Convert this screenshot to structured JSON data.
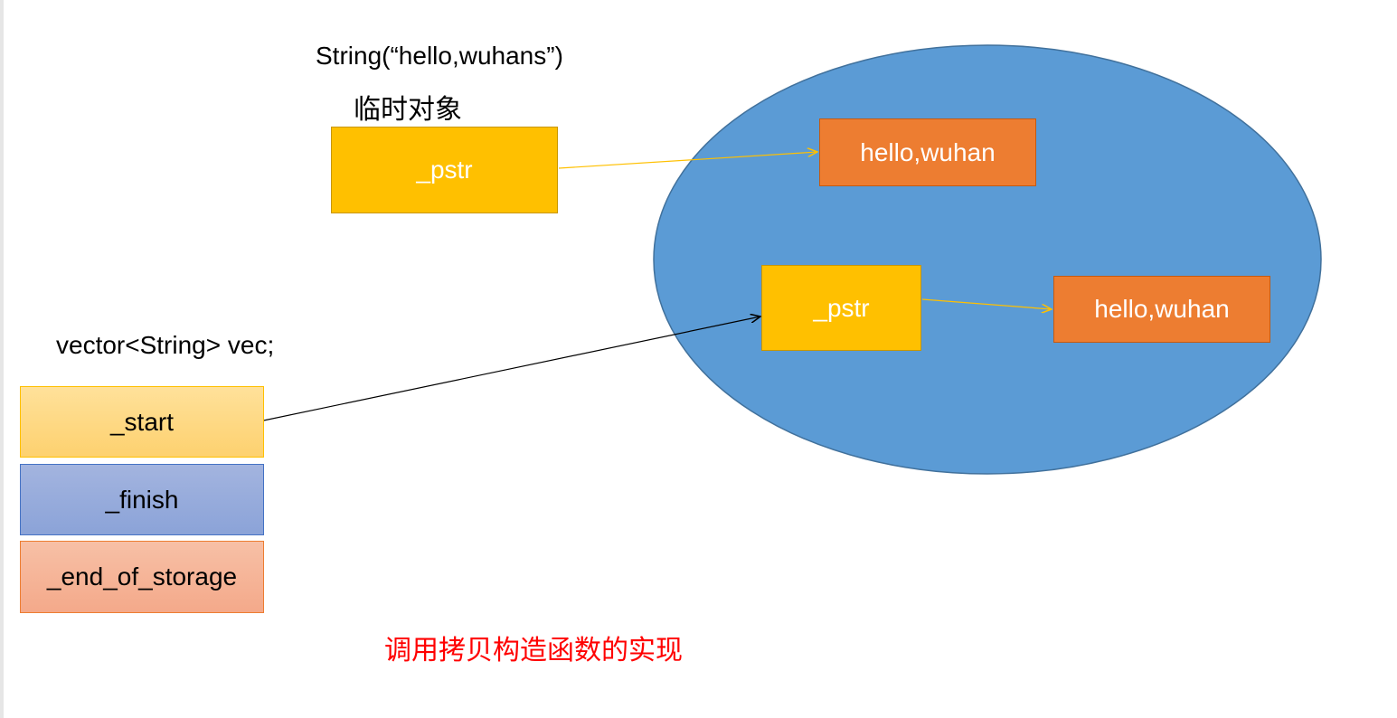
{
  "temp_object": {
    "constructor_call": "String(“hello,wuhans”)",
    "label": "临时对象",
    "pstr": "_pstr"
  },
  "heap": {
    "temp_string": "hello,wuhan",
    "copied_object_pstr": "_pstr",
    "copied_string": "hello,wuhan"
  },
  "vector": {
    "declaration": "vector<String> vec;",
    "fields": [
      "_start",
      "_finish",
      "_end_of_storage"
    ]
  },
  "caption": "调用拷贝构造函数的实现",
  "colors": {
    "heap_ellipse": "#5b9bd5",
    "pstr_box": "#ffc000",
    "string_box": "#ed7d31",
    "caption": "#ff0000"
  }
}
